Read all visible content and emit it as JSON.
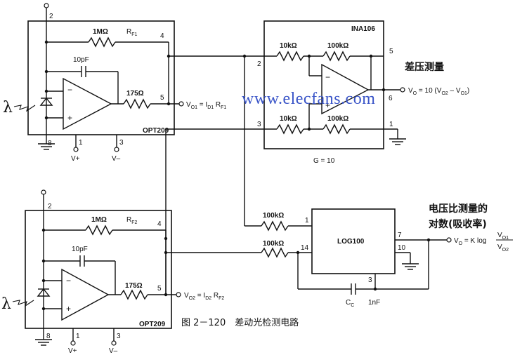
{
  "top_sensor": {
    "part": "OPT209",
    "pin_2": "2",
    "pin_4": "4",
    "pin_5": "5",
    "pin_8": "8",
    "pin_1": "1",
    "pin_3": "3",
    "rf_value": "1MΩ",
    "rf_name": "R",
    "rf_sub": "F1",
    "cap_value": "10pF",
    "out_res": "175Ω",
    "vplus": "V+",
    "vminus": "V–",
    "output_label_a": "V",
    "output_label_a_sub": "O1",
    "output_label_b": " = I",
    "output_label_b_sub": "D1",
    "output_label_c": " R",
    "output_label_c_sub": "F1"
  },
  "bottom_sensor": {
    "part": "OPT209",
    "pin_2": "2",
    "pin_4": "4",
    "pin_5": "5",
    "pin_8": "8",
    "pin_1": "1",
    "pin_3": "3",
    "rf_value": "1MΩ",
    "rf_name": "R",
    "rf_sub": "F2",
    "cap_value": "10pF",
    "out_res": "175Ω",
    "vplus": "V+",
    "vminus": "V–",
    "output_label_a": "V",
    "output_label_a_sub": "O2",
    "output_label_b": " = I",
    "output_label_b_sub": "D2",
    "output_label_c": " R",
    "output_label_c_sub": "F2"
  },
  "lambda": "λ",
  "ina": {
    "part": "INA106",
    "r1": "10kΩ",
    "r2": "100kΩ",
    "r3": "10kΩ",
    "r4": "100kΩ",
    "pin_2": "2",
    "pin_3": "3",
    "pin_5": "5",
    "pin_6": "6",
    "pin_1": "1",
    "gain": "G = 10",
    "title_cn": "差压测量",
    "output": "V",
    "output_sub": "O",
    "output_expr": " = 10 (V",
    "output_expr_sub1": "O2",
    "output_expr_mid": " – V",
    "output_expr_sub2": "O1",
    "output_expr_end": ")"
  },
  "log": {
    "part": "LOG100",
    "r1": "100kΩ",
    "r2": "100kΩ",
    "pin_1": "1",
    "pin_14": "14",
    "pin_7": "7",
    "pin_10": "10",
    "pin_3": "3",
    "cap_name": "C",
    "cap_sub": "C",
    "cap_value": "1nF",
    "title_cn_1": "电压比测量的",
    "title_cn_2": "对数(吸收率)",
    "output": "V",
    "output_sub": "O",
    "output_expr": " = K log",
    "frac_num": "V",
    "frac_num_sub": "O1",
    "frac_den": "V",
    "frac_den_sub": "O2"
  },
  "watermark": "www.elecfans.com",
  "caption": "图 2－120　差动光检测电路"
}
